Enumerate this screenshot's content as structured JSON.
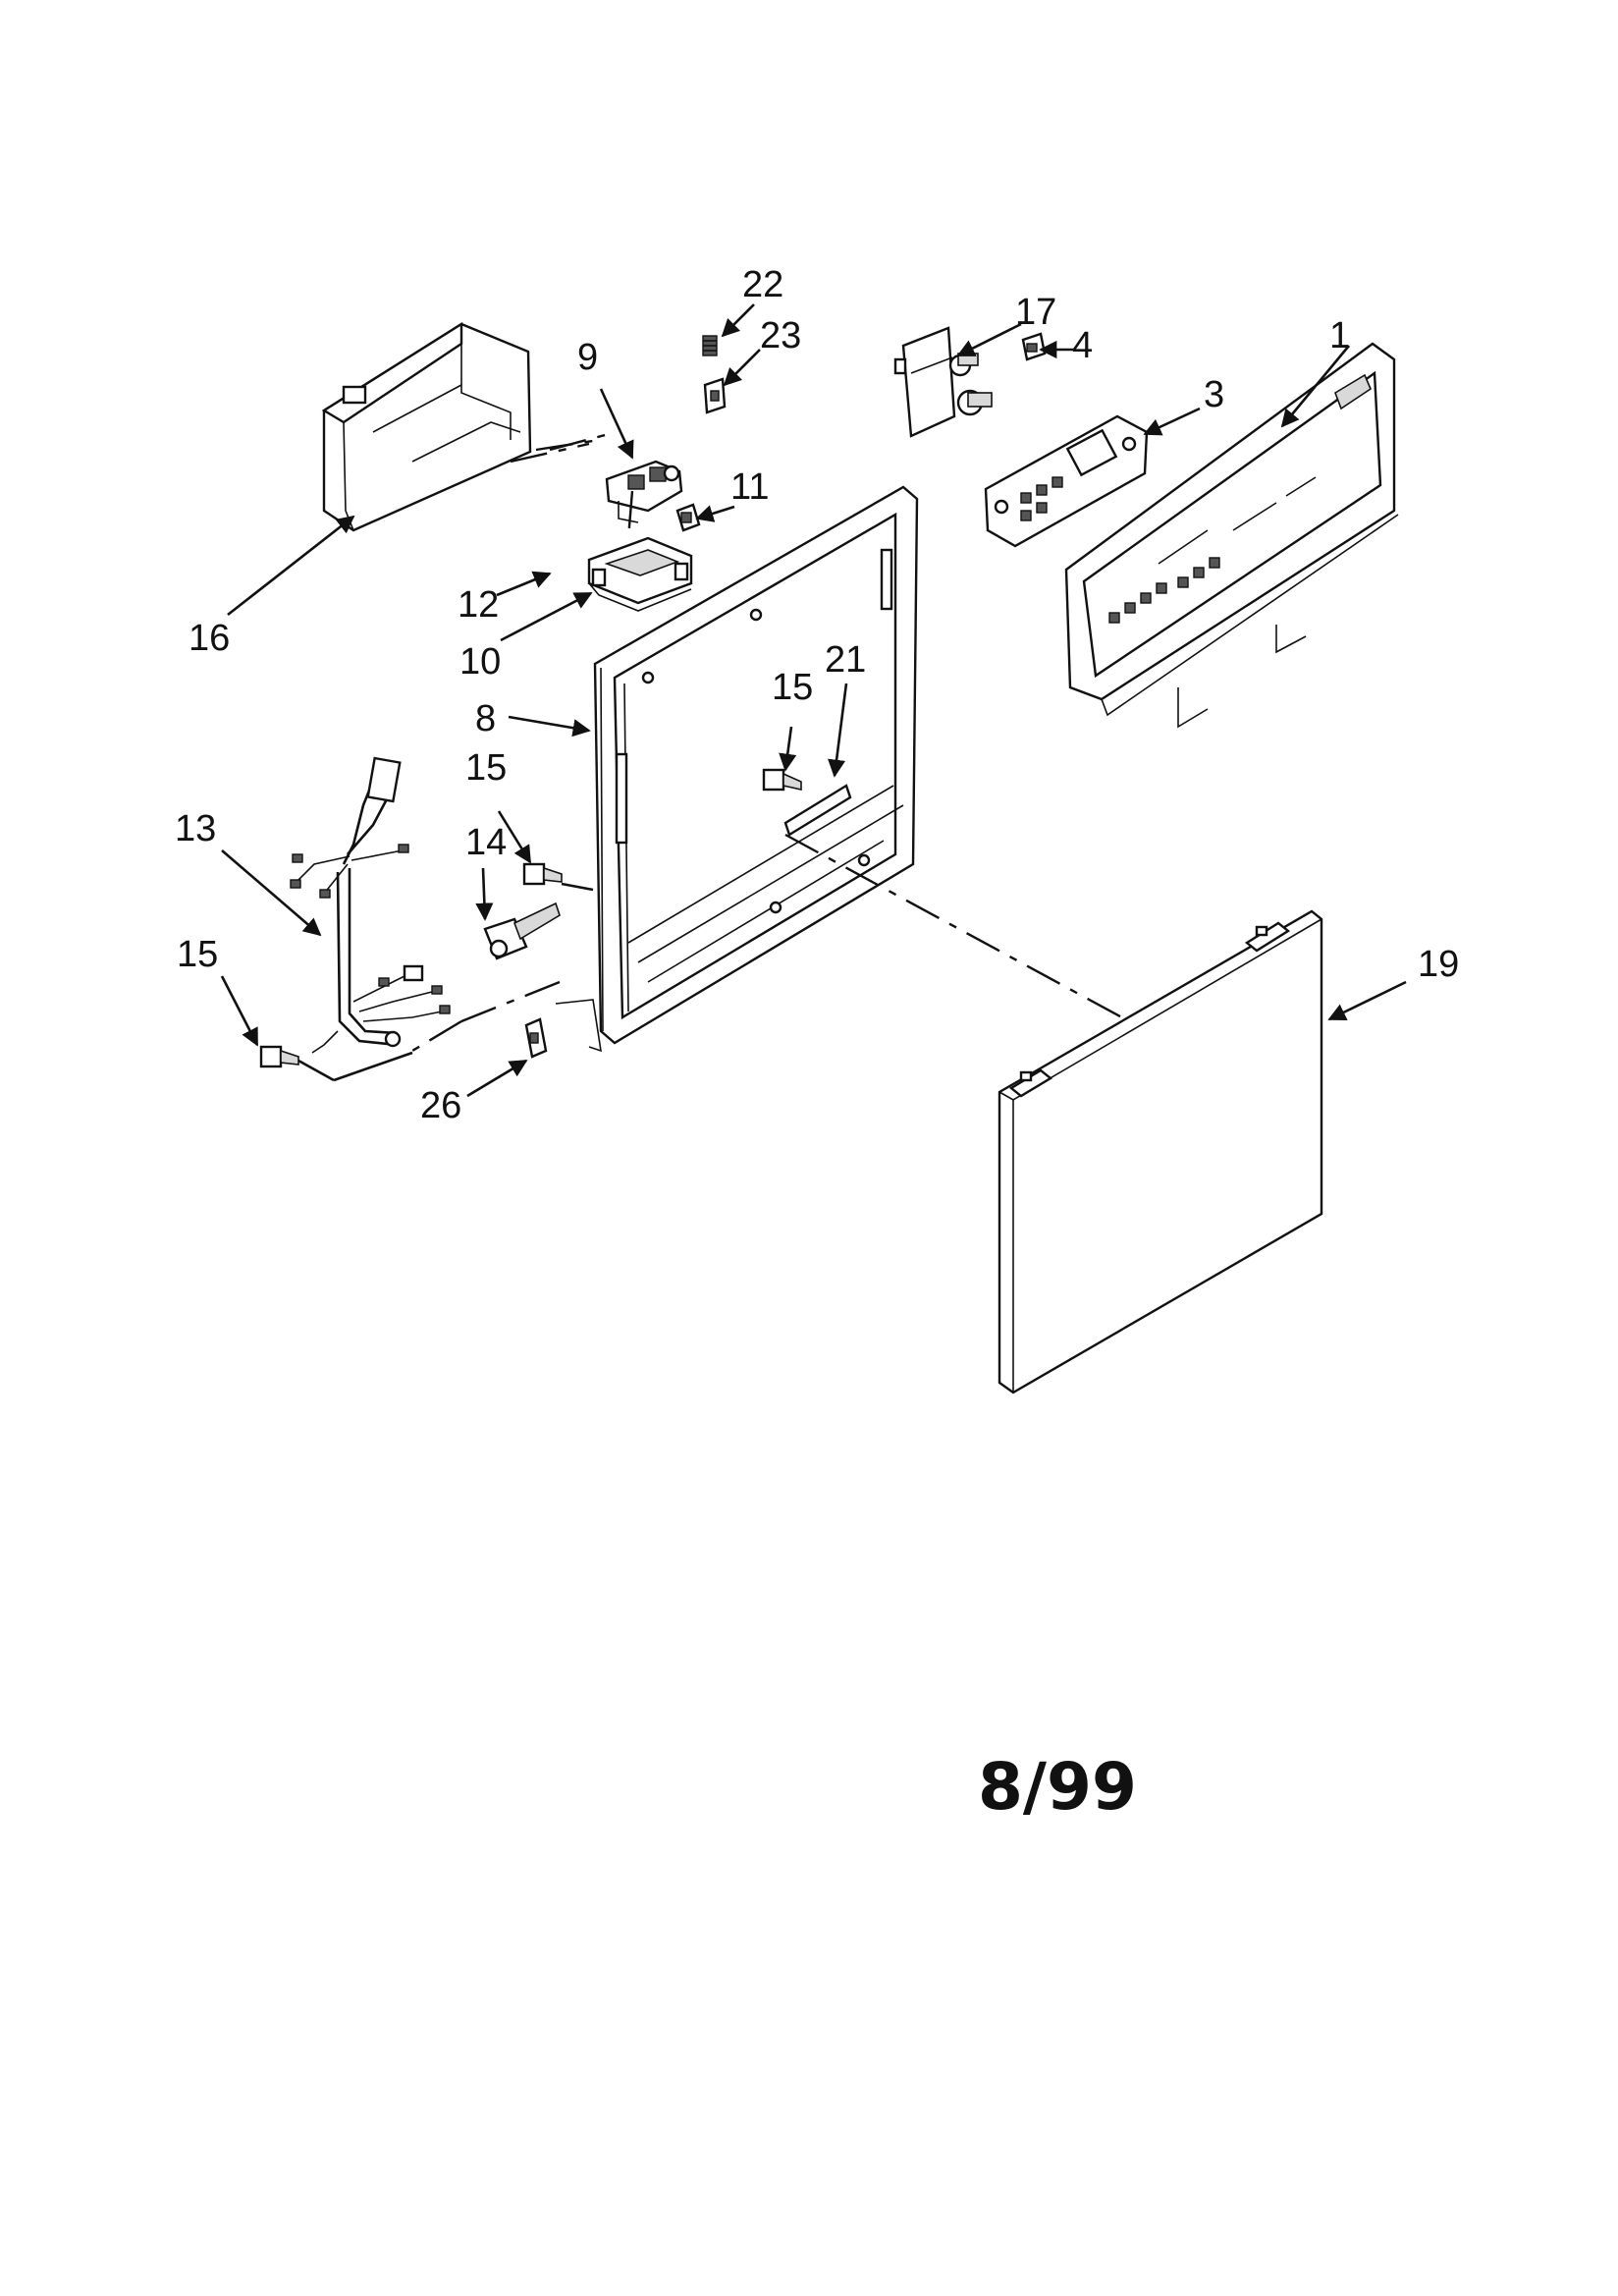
{
  "callouts": {
    "c1": "1",
    "c3": "3",
    "c4": "4",
    "c8": "8",
    "c9": "9",
    "c10": "10",
    "c11": "11",
    "c12": "12",
    "c13": "13",
    "c14": "14",
    "c15a": "15",
    "c15b": "15",
    "c15c": "15",
    "c16": "16",
    "c17": "17",
    "c19": "19",
    "c21": "21",
    "c22": "22",
    "c23": "23",
    "c26": "26"
  },
  "date_code": "8/99"
}
